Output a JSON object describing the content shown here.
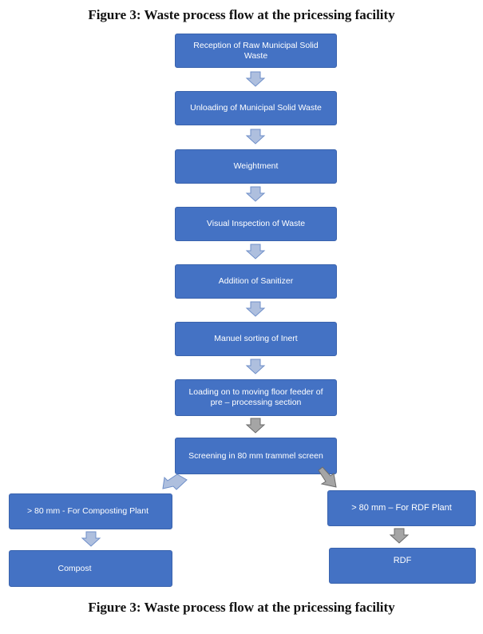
{
  "caption_top": "Figure 3: Waste process flow at the pricessing facility",
  "caption_bottom": "Figure 3: Waste process flow at the pricessing facility",
  "steps": [
    "Reception of Raw Municipal Solid Waste",
    "Unloading of Municipal Solid Waste",
    "Weightment",
    "Visual Inspection of  Waste",
    "Addition of Sanitizer",
    "Manuel sorting of Inert",
    "Loading  on to moving floor feeder of pre – processing section",
    "Screening in 80 mm trammel screen"
  ],
  "branch_left": ">  80 mm - For  Composting Plant",
  "branch_right": "> 80 mm – For RDF Plant",
  "out_left": "Compost",
  "out_right": "RDF",
  "colors": {
    "box": "#4472c4",
    "arrow_fill": "#aebfde",
    "arrow_fill_grey": "#a5a5a5"
  }
}
